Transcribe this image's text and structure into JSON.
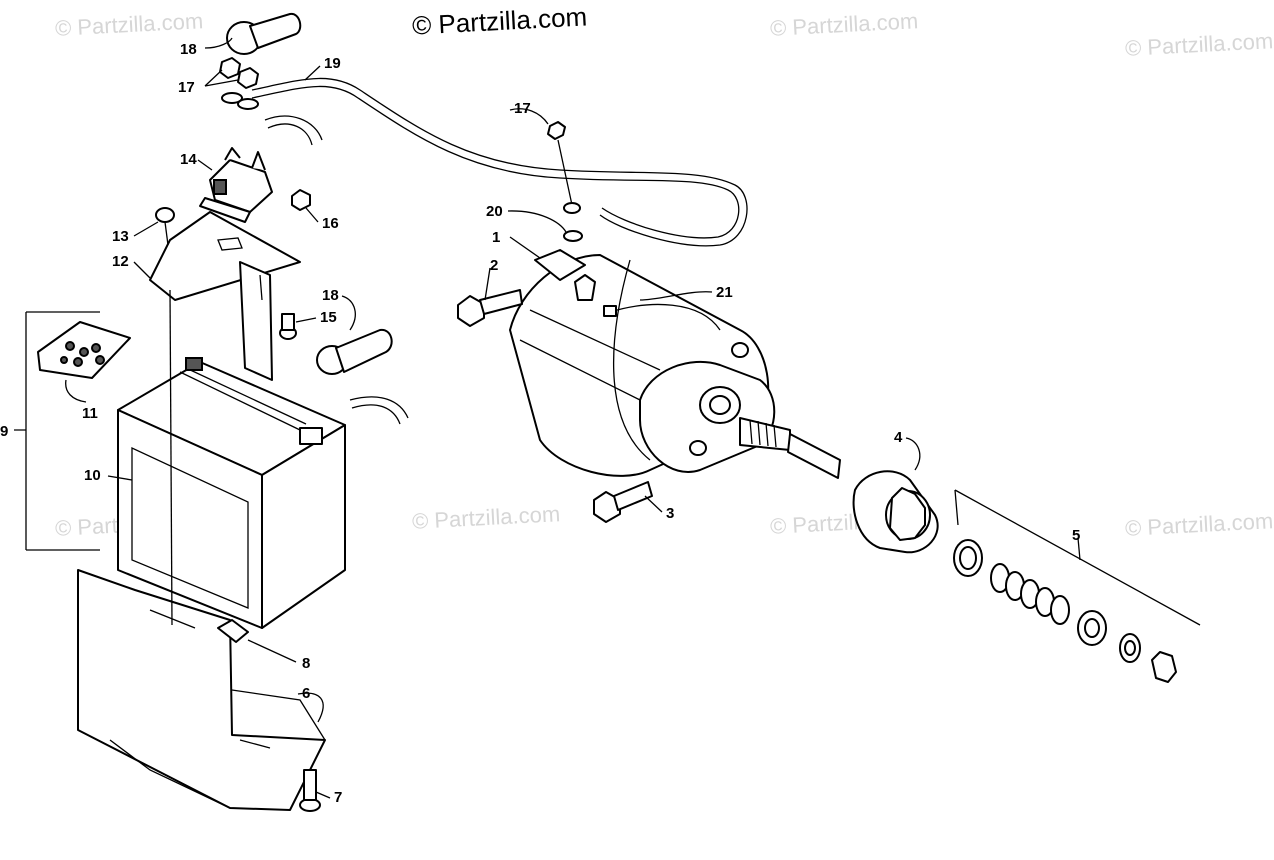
{
  "watermarks": [
    "© Partzilla.com",
    "© Partzilla.com",
    "© Partzilla.com",
    "© Partzilla.com",
    "© Partzilla.com",
    "© Partzilla.com",
    "© Partzilla.com",
    "© Partzilla.com"
  ],
  "brand": "© Partzilla.com",
  "callouts": [
    "1",
    "2",
    "3",
    "4",
    "5",
    "6",
    "7",
    "8",
    "9",
    "10",
    "11",
    "12",
    "13",
    "14",
    "15",
    "16",
    "17",
    "17",
    "18",
    "18",
    "19",
    "20",
    "21"
  ]
}
